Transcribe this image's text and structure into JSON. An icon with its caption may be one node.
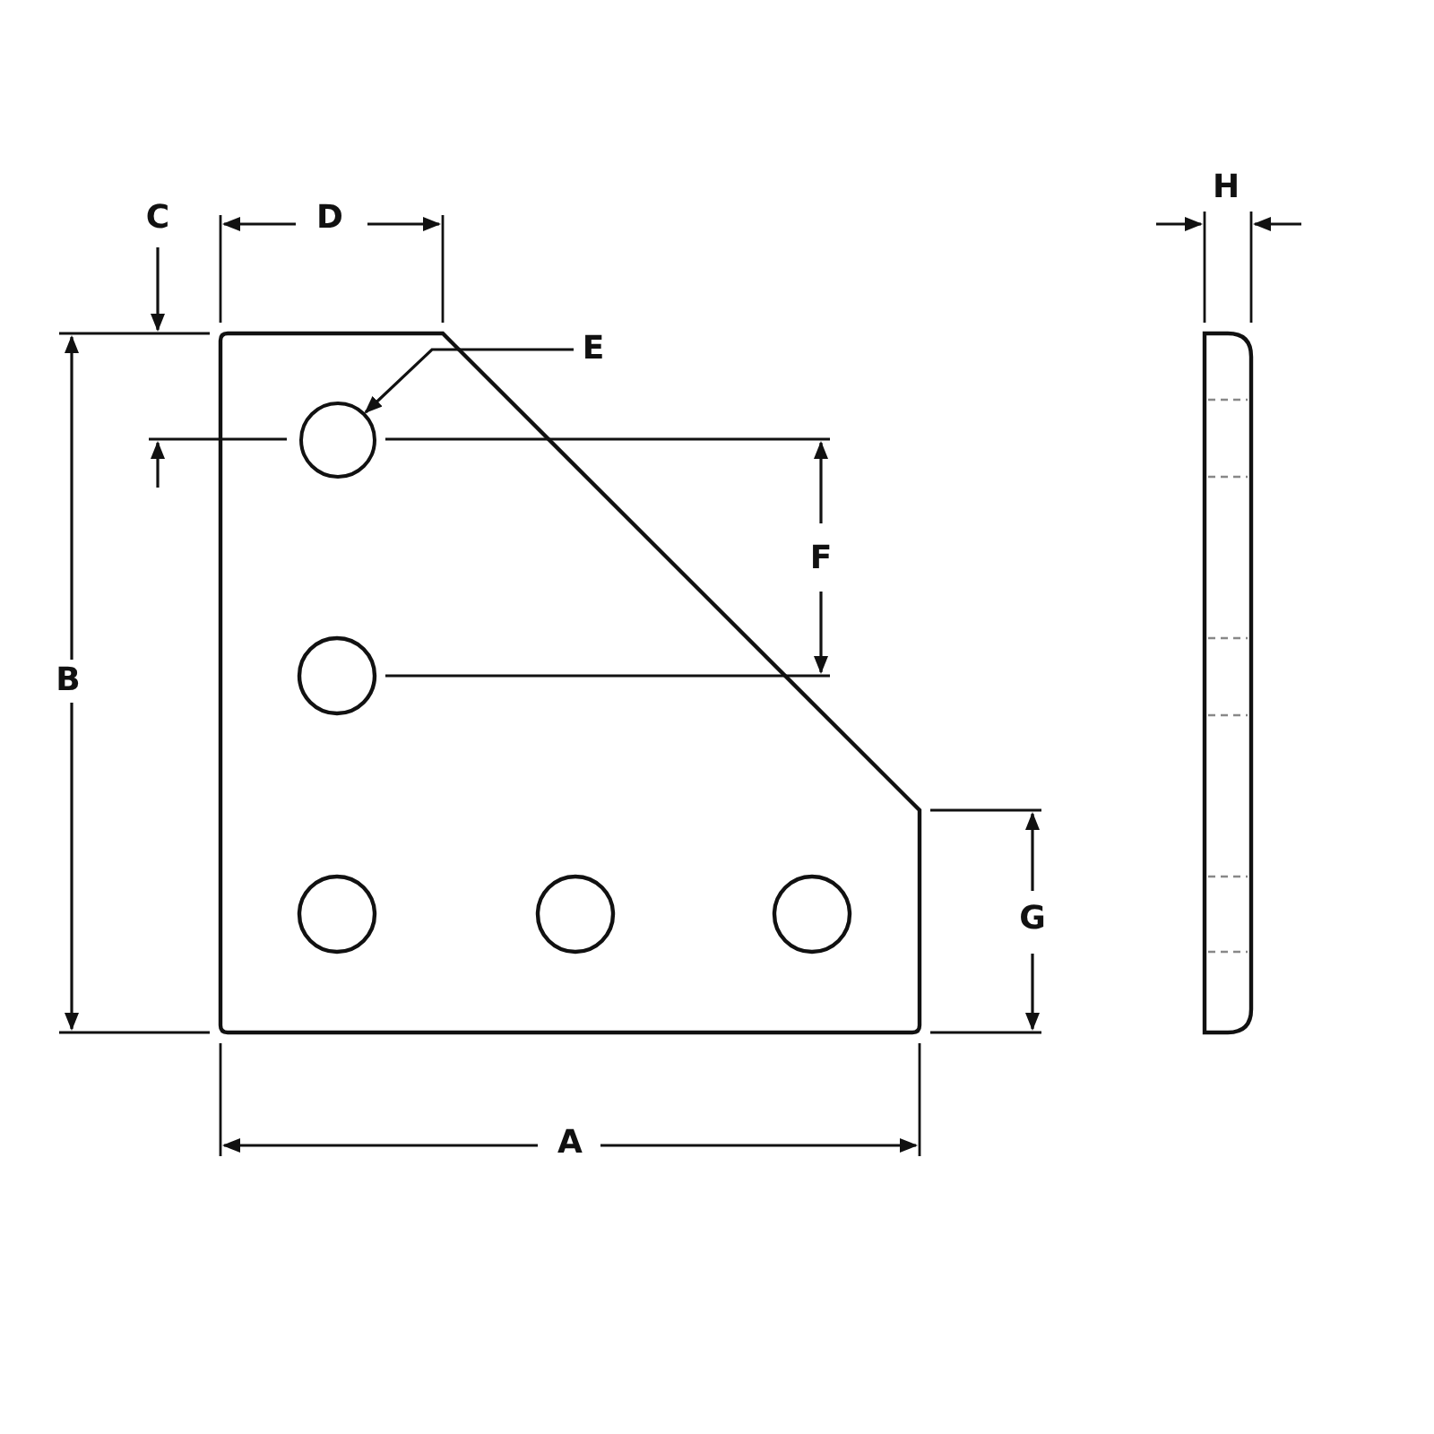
{
  "diagram": {
    "nodes": [
      {
        "text": [
          "E"
        ]
      },
      {
        "text": [],
        "shape": "circle"
      }
    ],
    "edges": [
      {
        "from": 0,
        "to": 1,
        "arrow": "to"
      }
    ],
    "labels": [
      "H",
      "C",
      "D",
      "F",
      "B",
      "G",
      "A"
    ]
  }
}
